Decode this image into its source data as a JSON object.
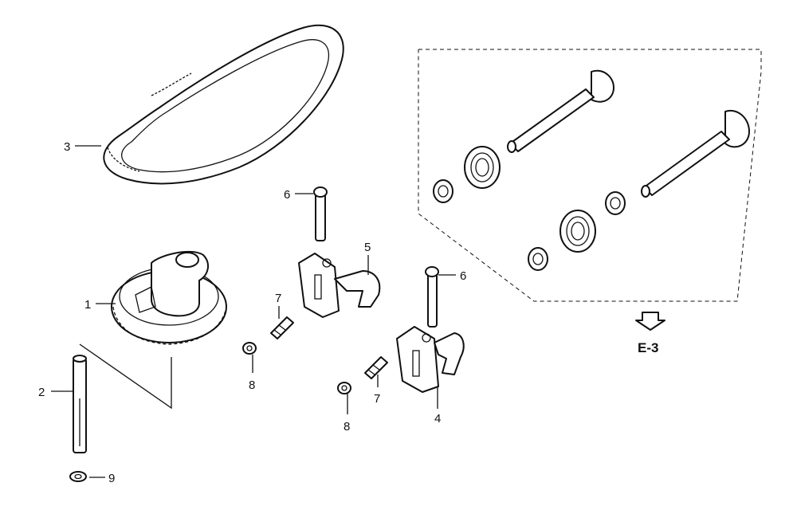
{
  "callouts": {
    "c1": "1",
    "c2": "2",
    "c3": "3",
    "c4": "4",
    "c5": "5",
    "c6a": "6",
    "c6b": "6",
    "c7a": "7",
    "c7b": "7",
    "c8a": "8",
    "c8b": "8",
    "c9": "9"
  },
  "reference": {
    "label": "E-3",
    "arrow_icon": "down-arrow-icon"
  }
}
